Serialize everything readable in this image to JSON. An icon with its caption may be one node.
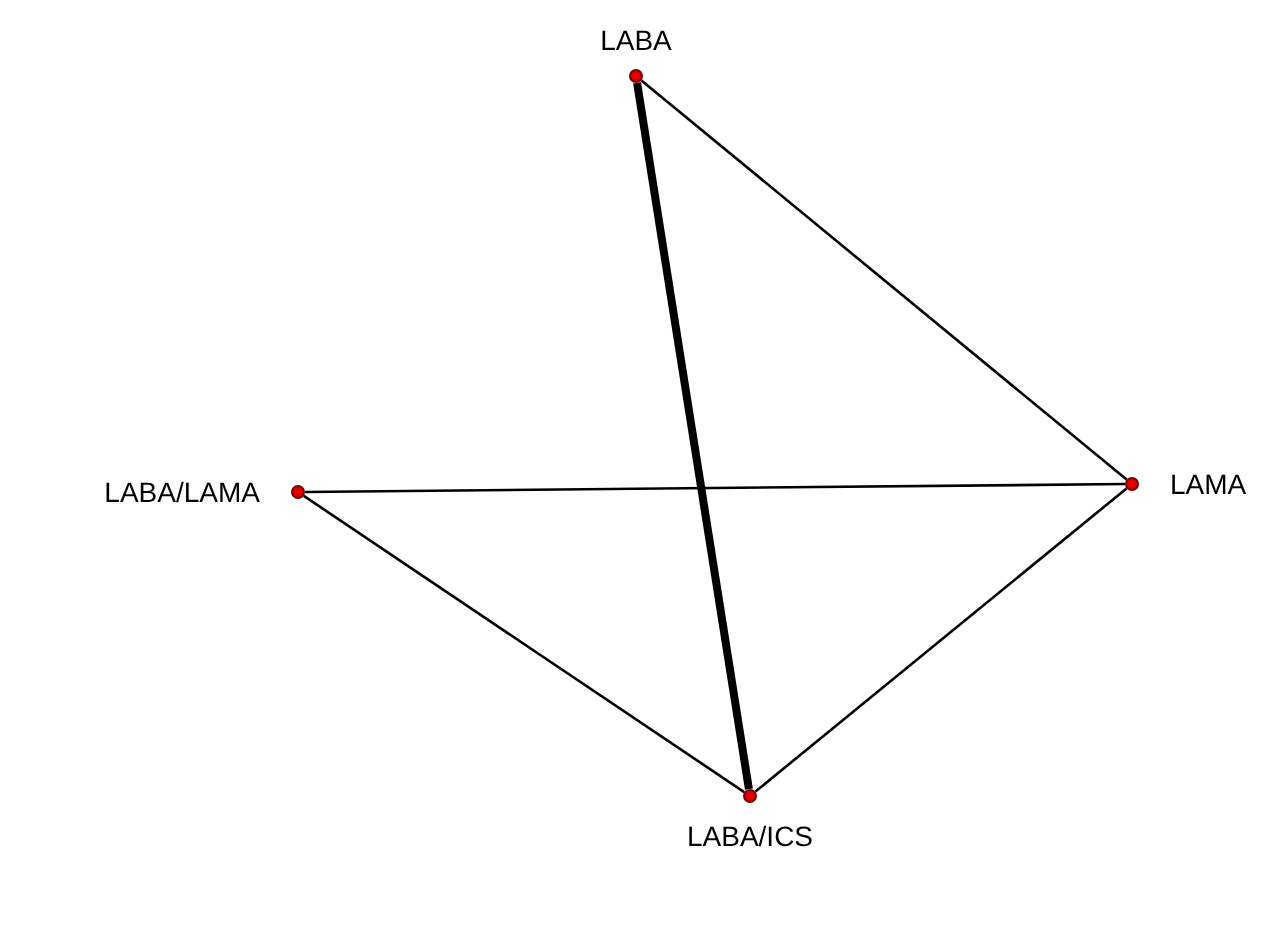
{
  "diagram": {
    "nodes": [
      {
        "text": [
          "LABA"
        ]
      },
      {
        "text": [
          "LABA/LAMA"
        ]
      },
      {
        "text": [
          "LAMA"
        ]
      },
      {
        "text": [
          "LABA/ICS"
        ]
      }
    ],
    "edges": [
      {
        "from": 0,
        "to": 3,
        "arrow": "none",
        "style": "thick"
      },
      {
        "from": 0,
        "to": 2,
        "arrow": "none"
      },
      {
        "from": 1,
        "to": 2,
        "arrow": "none"
      },
      {
        "from": 1,
        "to": 3,
        "arrow": "none"
      },
      {
        "from": 2,
        "to": 3,
        "arrow": "none"
      }
    ]
  }
}
